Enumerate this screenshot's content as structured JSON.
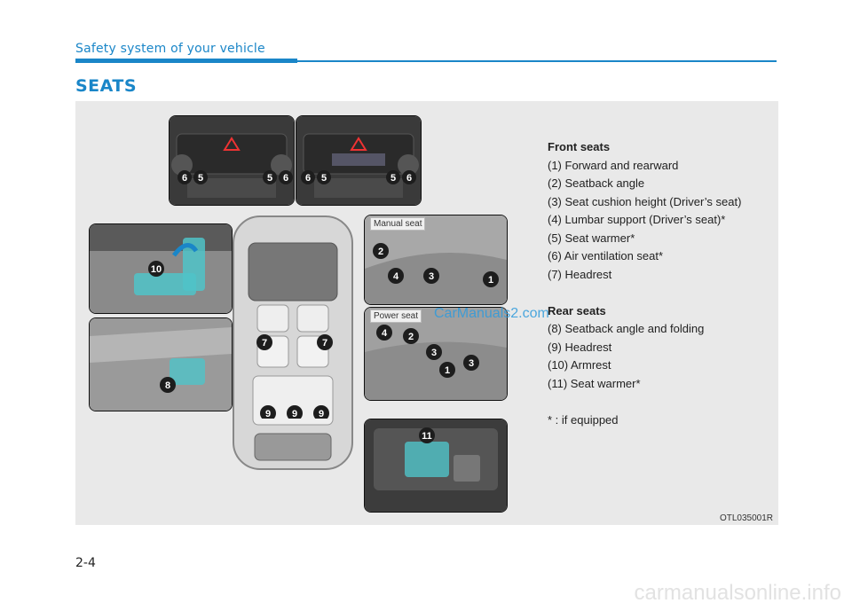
{
  "header": {
    "section_title": "Safety system of your vehicle",
    "page_heading": "SEATS"
  },
  "figure": {
    "code": "OTL035001R",
    "inset_labels": {
      "manual": "Manual seat",
      "power": "Power seat"
    },
    "watermark": "CarManuals2.com",
    "callouts": {
      "console_left": [
        "6",
        "5",
        "5",
        "6"
      ],
      "console_right": [
        "6",
        "5",
        "5",
        "6"
      ],
      "manual": [
        "2",
        "4",
        "3",
        "1"
      ],
      "power": [
        "4",
        "2",
        "3",
        "1",
        "3"
      ],
      "armrest": "10",
      "side": "8",
      "headrest_front": [
        "7",
        "7"
      ],
      "headrest_rear": [
        "9",
        "9",
        "9"
      ],
      "door": "11"
    }
  },
  "legend": {
    "front_title": "Front seats",
    "front_items": [
      "(1) Forward and rearward",
      "(2) Seatback angle",
      "(3) Seat cushion height (Driver’s seat)",
      "(4) Lumbar support (Driver’s seat)*",
      "(5) Seat warmer*",
      "(6) Air ventilation seat*",
      "(7) Headrest"
    ],
    "rear_title": "Rear seats",
    "rear_items": [
      "(8) Seatback angle and folding",
      "(9) Headrest",
      "(10) Armrest",
      "(11) Seat warmer*"
    ],
    "note": "* : if equipped"
  },
  "footer": {
    "page_number": "2-4",
    "site": "carmanualsonline.info"
  },
  "colors": {
    "accent": "#1a86c8",
    "panel": "#e9e9e9",
    "callout": "#1d1d1d",
    "highlight": "#4fc3c8"
  }
}
